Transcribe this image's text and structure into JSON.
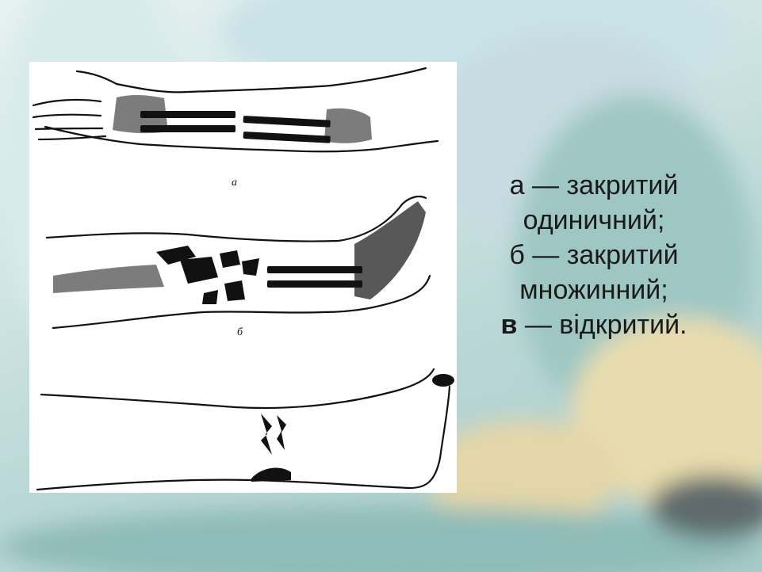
{
  "figure": {
    "labels": [
      "а",
      "б"
    ]
  },
  "caption": {
    "line1": "а — закритий",
    "line2": "одиничний;",
    "line3": "б — закритий",
    "line4": "множинний;",
    "line5_letter": "в",
    "line5_rest": " — відкритий."
  }
}
